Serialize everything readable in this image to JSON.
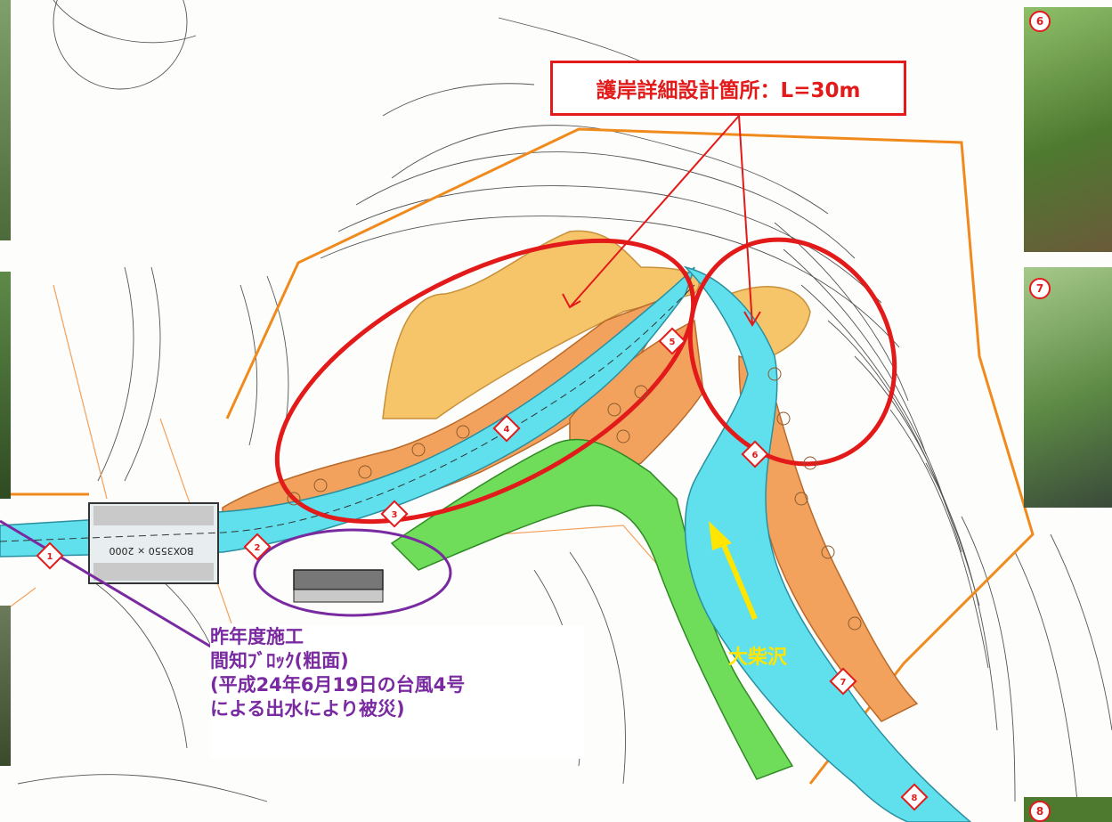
{
  "callout": {
    "text": "護岸詳細設計箇所：L=30m"
  },
  "note": {
    "lines": [
      "昨年度施工",
      "間知ﾌﾞﾛｯｸ(粗面)",
      "(平成24年6月19日の台風4号",
      "による出水により被災)"
    ]
  },
  "river_label": "大柴沢",
  "culvert_labels": [
    "BOX3550 × 2000"
  ],
  "photo_numbers": [
    "6",
    "7",
    "8"
  ],
  "station_markers": [
    "1",
    "2",
    "3",
    "4",
    "5",
    "6",
    "7",
    "8"
  ],
  "colors": {
    "water": "#5fe0ec",
    "gravel_bank": "#f3a25e",
    "embankment": "#f6c56a",
    "revetment": "#6fdc5a",
    "boundary": "#f08a1c",
    "highlight_red": "#e21a1a",
    "highlight_purple": "#7a2aa0",
    "arrow_yellow": "#ffe500"
  }
}
